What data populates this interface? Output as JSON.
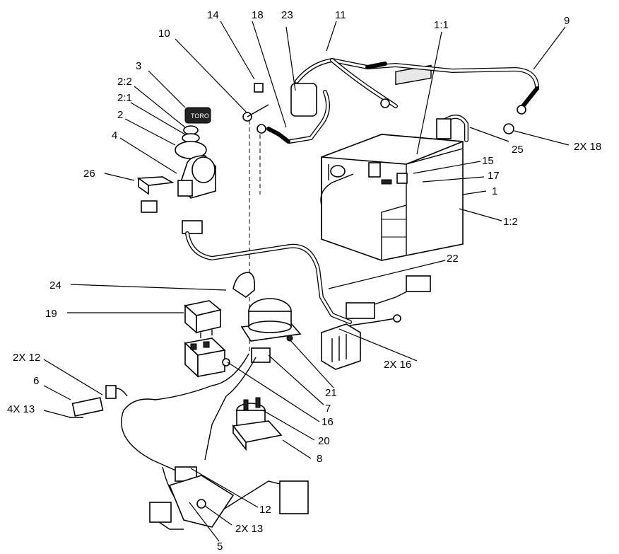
{
  "callouts": [
    {
      "id": "c14",
      "text": "14"
    },
    {
      "id": "c18a",
      "text": "18"
    },
    {
      "id": "c23",
      "text": "23"
    },
    {
      "id": "c11",
      "text": "11"
    },
    {
      "id": "c9",
      "text": "9"
    },
    {
      "id": "c10",
      "text": "10"
    },
    {
      "id": "c1-1",
      "text": "1:1"
    },
    {
      "id": "c3",
      "text": "3"
    },
    {
      "id": "c2-2",
      "text": "2:2"
    },
    {
      "id": "c2-1",
      "text": "2:1"
    },
    {
      "id": "c2",
      "text": "2"
    },
    {
      "id": "c4",
      "text": "4"
    },
    {
      "id": "c26",
      "text": "26"
    },
    {
      "id": "c25",
      "text": "25"
    },
    {
      "id": "c2x18",
      "text": "2X 18"
    },
    {
      "id": "c15",
      "text": "15"
    },
    {
      "id": "c17",
      "text": "17"
    },
    {
      "id": "c1",
      "text": "1"
    },
    {
      "id": "c1-2",
      "text": "1:2"
    },
    {
      "id": "c22",
      "text": "22"
    },
    {
      "id": "c24",
      "text": "24"
    },
    {
      "id": "c19",
      "text": "19"
    },
    {
      "id": "c2x16",
      "text": "2X 16"
    },
    {
      "id": "c2x12",
      "text": "2X 12"
    },
    {
      "id": "c6",
      "text": "6"
    },
    {
      "id": "c21",
      "text": "21"
    },
    {
      "id": "c7",
      "text": "7"
    },
    {
      "id": "c4x13",
      "text": "4X 13"
    },
    {
      "id": "c16",
      "text": "16"
    },
    {
      "id": "c20",
      "text": "20"
    },
    {
      "id": "c8",
      "text": "8"
    },
    {
      "id": "c12",
      "text": "12"
    },
    {
      "id": "c2x13",
      "text": "2X 13"
    },
    {
      "id": "c5",
      "text": "5"
    }
  ],
  "labels": {
    "ignition_key_brand": "TORO"
  }
}
